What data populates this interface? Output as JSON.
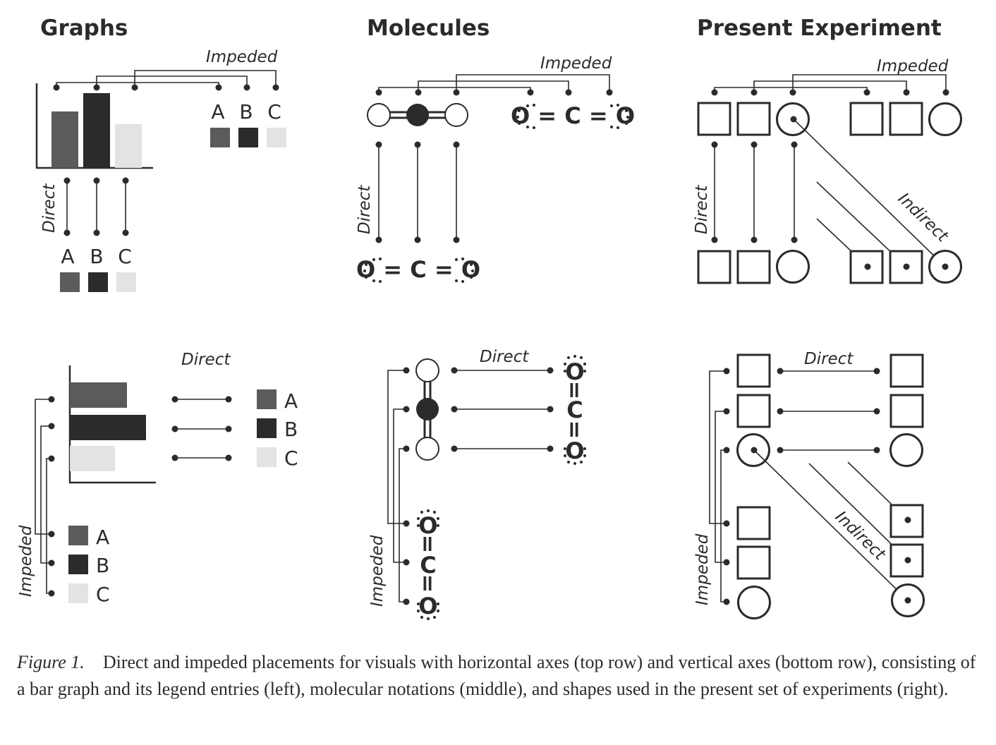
{
  "headings": {
    "graphs": "Graphs",
    "molecules": "Molecules",
    "present": "Present Experiment"
  },
  "labels": {
    "impeded": "Impeded",
    "direct": "Direct",
    "indirect": "Indirect"
  },
  "legend": {
    "a": "A",
    "b": "B",
    "c": "C"
  },
  "molecule": {
    "formula": "O = C = O",
    "o": "O",
    "c": "C",
    "eq": "="
  },
  "caption": {
    "label": "Figure 1.",
    "text": "Direct and impeded placements for visuals with horizontal axes (top row) and vertical axes (bottom row), consisting of a bar graph and its legend entries (left), molecular notations (middle), and shapes used in the present set of experiments (right)."
  },
  "colors": {
    "a": "#5b5b5e",
    "b": "#2b2b2d",
    "c": "#e3e3e3",
    "ink": "#2b2b2d"
  }
}
